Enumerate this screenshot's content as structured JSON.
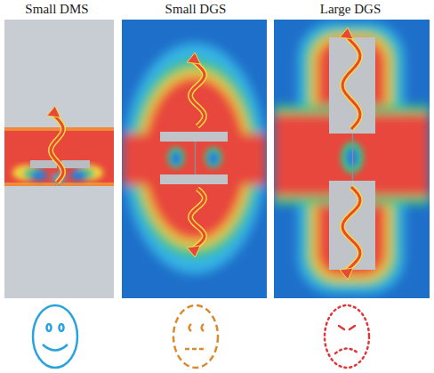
{
  "diagram": {
    "labels": [
      "Small DMS",
      "Small DGS",
      "Large DGS"
    ]
  }
}
